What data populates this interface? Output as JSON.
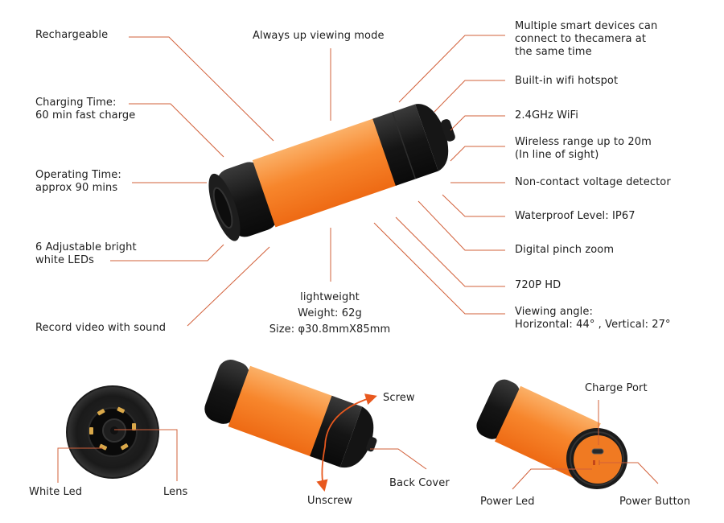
{
  "colors": {
    "accent_line": "#d2603a",
    "body_orange": "#f47a20",
    "cap_black": "#1b1b1b",
    "background": "#ffffff"
  },
  "main_features": {
    "left": [
      {
        "label": "Rechargeable"
      },
      {
        "label": "Charging Time:\n60 min fast charge"
      },
      {
        "label": "Operating Time:\napprox 90 mins"
      },
      {
        "label": "6 Adjustable bright\nwhite LEDs"
      },
      {
        "label": "Record video with sound"
      }
    ],
    "top": {
      "label": "Always up viewing mode"
    },
    "bottom": {
      "label": "lightweight\nWeight: 62g\nSize: φ30.8mmX85mm"
    },
    "right": [
      {
        "label": "Multiple smart devices can\nconnect to thecamera at\nthe same time"
      },
      {
        "label": "Built-in wifi hotspot"
      },
      {
        "label": "2.4GHz WiFi"
      },
      {
        "label": "Wireless range up to 20m\n(In line of sight)"
      },
      {
        "label": "Non-contact voltage detector"
      },
      {
        "label": "Waterproof Level: IP67"
      },
      {
        "label": "Digital pinch zoom"
      },
      {
        "label": "720P HD"
      },
      {
        "label": "Viewing angle:\nHorizontal: 44°  , Vertical: 27°"
      }
    ]
  },
  "detail_views": {
    "front": {
      "white_led": "White Led",
      "lens": "Lens"
    },
    "side": {
      "screw": "Screw",
      "unscrew": "Unscrew",
      "back_cover": "Back Cover"
    },
    "back": {
      "charge_port": "Charge Port",
      "power_led": "Power Led",
      "power_button": "Power Button"
    }
  }
}
